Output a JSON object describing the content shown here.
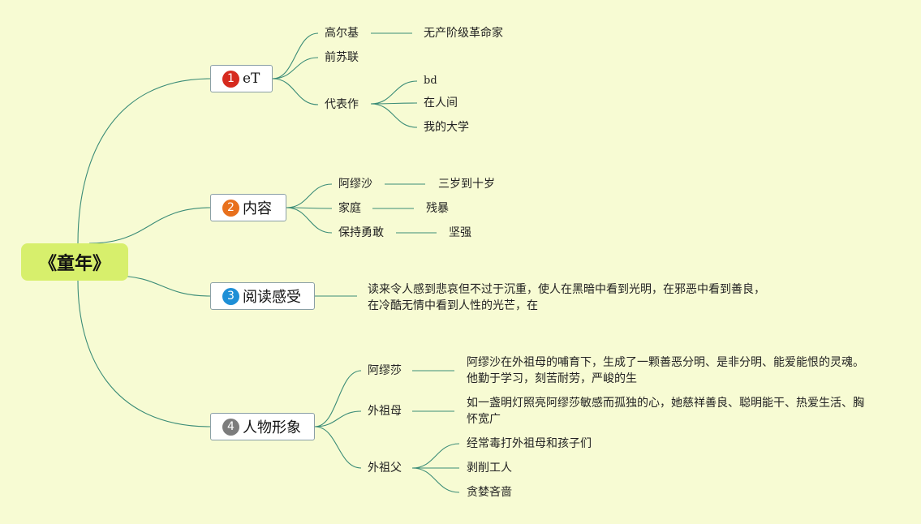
{
  "colors": {
    "background": "#f7fbd3",
    "root_fill": "#d7ef6c",
    "connector": "#3b8c77",
    "badge1": "#d62a1e",
    "badge2": "#e8701c",
    "badge3": "#1e8fd6",
    "badge4": "#7c7c7c"
  },
  "root": {
    "title": "《童年》"
  },
  "branches": [
    {
      "num": "1",
      "label": "eT",
      "children": [
        {
          "label": "高尔基",
          "sub": [
            "无产阶级革命家"
          ]
        },
        {
          "label": "前苏联",
          "sub": []
        },
        {
          "label": "代表作",
          "sub": [
            "bd",
            "在人间",
            "我的大学"
          ]
        }
      ]
    },
    {
      "num": "2",
      "label": "内容",
      "children": [
        {
          "label": "阿缪沙",
          "sub": [
            "三岁到十岁"
          ]
        },
        {
          "label": "家庭",
          "sub": [
            "残暴"
          ]
        },
        {
          "label": "保持勇敢",
          "sub": [
            "坚强"
          ]
        }
      ]
    },
    {
      "num": "3",
      "label": "阅读感受",
      "text_lines": [
        "读来令人感到悲哀但不过于沉重，使人在黑暗中看到光明，在邪恶中看到善良，",
        "在冷酷无情中看到人性的光芒，在"
      ]
    },
    {
      "num": "4",
      "label": "人物形象",
      "children": [
        {
          "label": "阿缪莎",
          "text_lines": [
            "阿缪沙在外祖母的哺育下，生成了一颗善恶分明、是非分明、能爱能恨的灵魂。",
            "他勤于学习，刻苦耐劳，严峻的生"
          ]
        },
        {
          "label": "外祖母",
          "text_lines": [
            "如一盏明灯照亮阿缪莎敏感而孤独的心，她慈祥善良、聪明能干、热爱生活、胸",
            "怀宽广"
          ]
        },
        {
          "label": "外祖父",
          "sub": [
            "经常毒打外祖母和孩子们",
            "剥削工人",
            "贪婪吝啬"
          ]
        }
      ]
    }
  ]
}
